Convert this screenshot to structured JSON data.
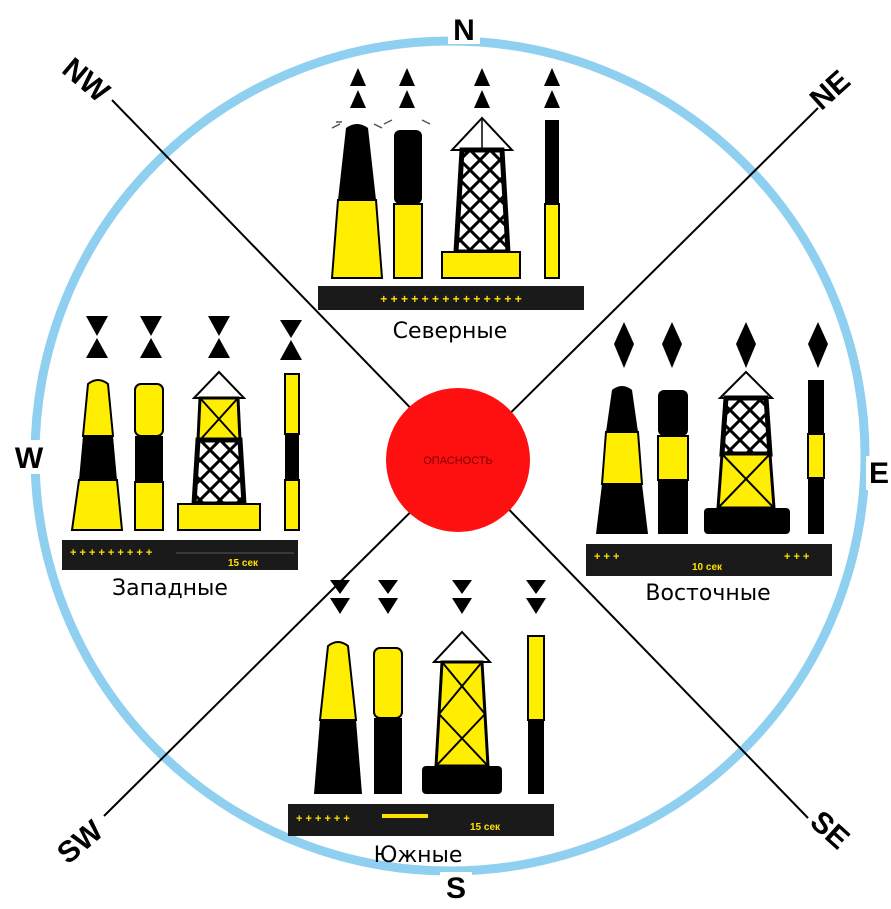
{
  "compass": {
    "north": "N",
    "south": "S",
    "east": "E",
    "west": "W",
    "northwest": "NW",
    "northeast": "NE",
    "southwest": "SW",
    "southeast": "SE"
  },
  "center": {
    "label": "ОПАСНОСТЬ"
  },
  "quadrants": {
    "north": {
      "label": "Северные"
    },
    "west": {
      "label": "Западные",
      "timing": "15 сек"
    },
    "east": {
      "label": "Восточные",
      "timing": "10 сек"
    },
    "south": {
      "label": "Южные",
      "timing": "15 сек"
    }
  },
  "colors": {
    "ring": "#8fd0f0",
    "danger": "#ff1010",
    "yellow": "#ffee00",
    "black": "#000000",
    "light_strip": "#1a1a1a"
  }
}
